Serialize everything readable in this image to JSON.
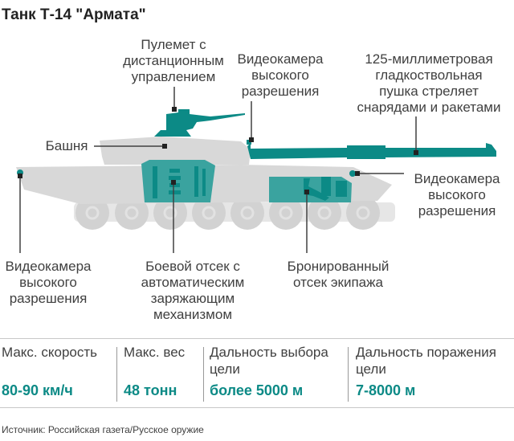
{
  "title": "Танк Т-14 \"Армата\"",
  "colors": {
    "accent": "#0c8a86",
    "accent_light": "#44a7a3",
    "tank_gray": "#d8d8d8",
    "wheel_gray": "#cfcfcf",
    "leader_line": "#404040"
  },
  "labels": {
    "machine_gun": "Пулемет с\nдистанционным\nуправлением",
    "camera_turret": "Видеокамера\nвысокого\nразрешения",
    "main_gun": "125-миллиметровая\nгладкоствольная\nпушка стреляет\nснарядами и ракетами",
    "turret": "Башня",
    "camera_front": "Видеокамера\nвысокого\nразрешения",
    "camera_rear": "Видеокамера\nвысокого\nразрешения",
    "fighting_compartment": "Боевой отсек с\nавтоматическим\nзаряжающим\nмеханизмом",
    "crew_compartment": "Бронированный\nотсек экипажа"
  },
  "stats": [
    {
      "label": "Макс. скорость",
      "value": "80-90 км/ч"
    },
    {
      "label": "Макс. вес",
      "value": "48 тонн"
    },
    {
      "label": "Дальность выбора цели",
      "value": "более 5000 м"
    },
    {
      "label": "Дальность поражения цели",
      "value": "7-8000 м"
    }
  ],
  "source": "Источник: Российская газета/Русское оружие"
}
